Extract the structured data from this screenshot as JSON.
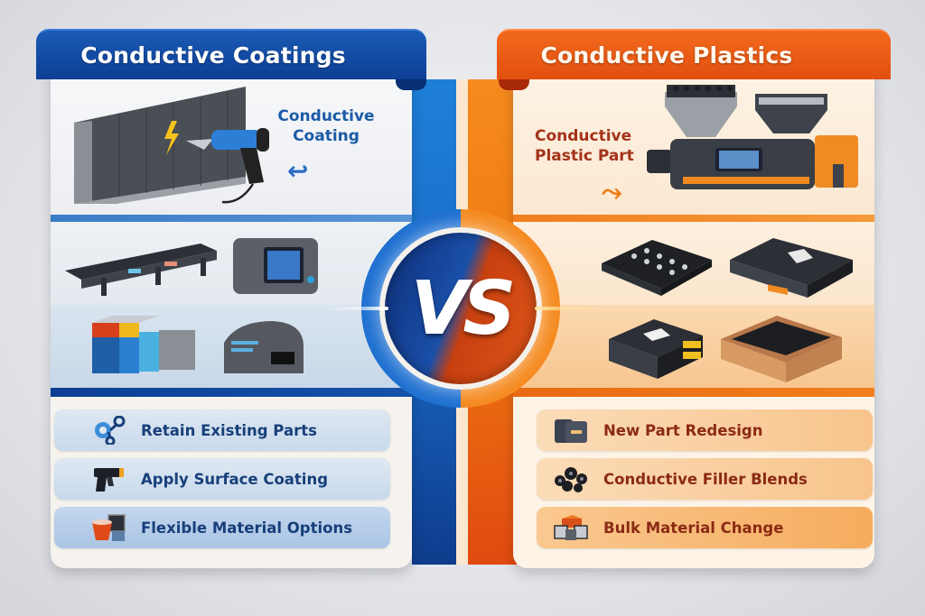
{
  "left": {
    "title": "Conductive Coatings",
    "accent": "#0d3f95",
    "hero_label": "Conductive Coating",
    "hero_icons": [
      "metal-panel-icon",
      "spray-gun-icon",
      "lightning-icon"
    ],
    "row1_icons": [
      "conveyor-icon",
      "control-unit-icon"
    ],
    "row2_icons": [
      "color-block-container-icon",
      "enclosure-icon"
    ],
    "features": [
      {
        "label": "Retain Existing Parts",
        "icon": "link-nodes-icon"
      },
      {
        "label": "Apply Surface Coating",
        "icon": "spray-gun-icon"
      },
      {
        "label": "Flexible Material Options",
        "icon": "material-bucket-icon"
      }
    ]
  },
  "center": {
    "badge": "VS"
  },
  "right": {
    "title": "Conductive Plastics",
    "accent": "#e24f10",
    "hero_label": "Conductive Plastic Part",
    "hero_icons": [
      "injection-molding-machine-icon",
      "pellet-hopper-icon"
    ],
    "row1_icons": [
      "plastic-tray-icon",
      "plastic-housing-icon"
    ],
    "row2_icons": [
      "black-box-icon",
      "cardboard-box-pellets-icon"
    ],
    "features": [
      {
        "label": "New Part Redesign",
        "icon": "redesign-parts-icon"
      },
      {
        "label": "Conductive Filler Blends",
        "icon": "filler-pellets-icon"
      },
      {
        "label": "Bulk Material Change",
        "icon": "material-blocks-icon"
      }
    ]
  }
}
